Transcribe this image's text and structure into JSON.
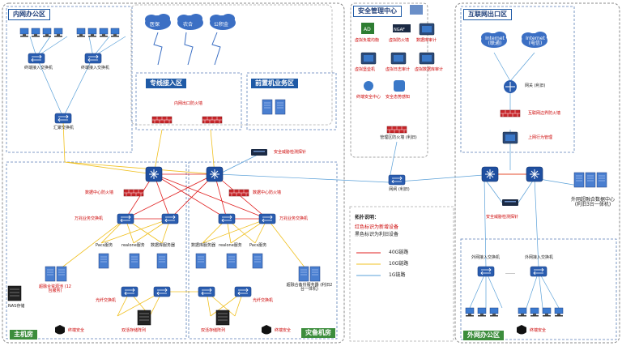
{
  "zones": {
    "intranet_office": "内网办公区",
    "dedicated_access": "专线接入区",
    "front_business": "前置机业务区",
    "security_mgmt": "安全管理中心",
    "internet_exit": "互联网出口区",
    "main_room": "主机房",
    "backup_room": "灾备机房",
    "extranet_office": "外网办公区"
  },
  "labels": {
    "access_switch": "终端接入交换机",
    "aggregation_switch": "汇聚交换机",
    "hospital": "医保",
    "agriculture": "农合",
    "public_fund": "公积金",
    "intranet_exit_fw": "内网出口防火墙",
    "security_probe": "安全威胁检测探针",
    "dc_firewall": "数据中心防火墙",
    "server_switch": "万兆业务交换机",
    "pacs": "Pacs服务",
    "realone": "realone服务",
    "db_server": "数据库服务器",
    "fiber_switch": "光纤交换机",
    "hci_left": "超融合资源池 (12台服务)",
    "nas": "NAS存储",
    "storage_left": "双活存储阵列",
    "storage_right": "双活存储阵列",
    "hci_right": "超融合备份服务器 (利旧2台一体机)",
    "terminal_security": "终端安全",
    "gateway": "网闸 (利旧)",
    "boundary_fw_mgmt": "管理区防火墙 (利旧)",
    "isp1": "Internet (联通)",
    "isp2": "Internet (电信)",
    "router": "网关 (利旧)",
    "internet_fw": "互联网边界防火墙",
    "internet_behavior": "上网行为管理",
    "ext_hci": "外网超融合数据中心 (利旧3台一体机)",
    "ext_access_switch": "外网接入交换机",
    "ellipsis": "……"
  },
  "security_center_items": [
    "虚拟负载均衡",
    "虚拟防火墙",
    "数据库审计",
    "虚拟堡垒机",
    "虚拟日志审计",
    "虚拟数据库审计",
    "终端安全中心",
    "安全态势感知"
  ],
  "legend": {
    "title": "拓扑说明：",
    "note1": "红色标识为新增设备",
    "note2": "黑色标识为利旧设备",
    "line1": "40G链路",
    "line2": "10G链路",
    "line3": "1G链路",
    "color_40g": "#e02020",
    "color_10g": "#f0c020",
    "color_1g": "#5aa0d8"
  },
  "colors": {
    "zone_border": "#5b7fb8",
    "title_blue": "#1f5aa6",
    "device_blue": "#2a5db0",
    "firewall_red": "#c8262a"
  }
}
